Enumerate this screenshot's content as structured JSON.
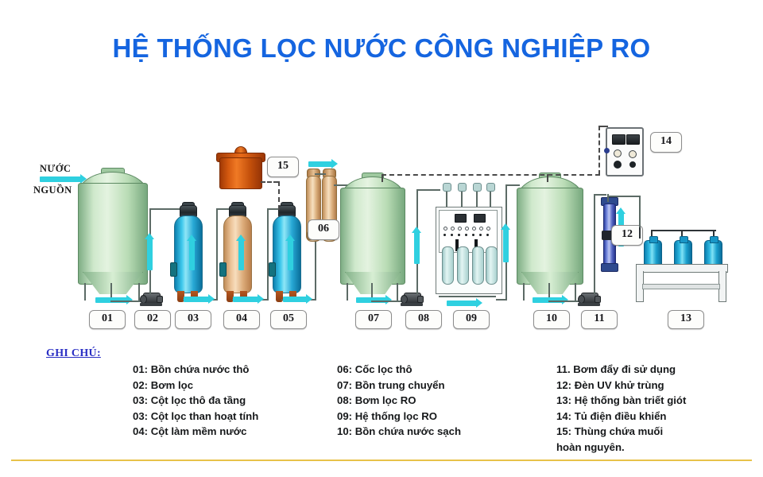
{
  "title": "HỆ THỐNG LỌC NƯỚC CÔNG NGHIỆP RO",
  "title_color": "#1565e0",
  "accent_rule_color": "#e8c24a",
  "arrow_color": "#2fd0e0",
  "diagram": {
    "source_label_line1": "NƯỚC",
    "source_label_line2": "NGUỒN",
    "callouts": [
      {
        "id": "c01",
        "text": "01"
      },
      {
        "id": "c02",
        "text": "02"
      },
      {
        "id": "c03",
        "text": "03"
      },
      {
        "id": "c04",
        "text": "04"
      },
      {
        "id": "c05",
        "text": "05"
      },
      {
        "id": "c06",
        "text": "06"
      },
      {
        "id": "c07",
        "text": "07"
      },
      {
        "id": "c08",
        "text": "08"
      },
      {
        "id": "c09",
        "text": "09"
      },
      {
        "id": "c10",
        "text": "10"
      },
      {
        "id": "c11",
        "text": "11"
      },
      {
        "id": "c12",
        "text": "12"
      },
      {
        "id": "c13",
        "text": "13"
      },
      {
        "id": "c14",
        "text": "14"
      },
      {
        "id": "c15",
        "text": "15"
      }
    ]
  },
  "legend": {
    "heading": "GHI CHÚ:",
    "heading_color": "#2a2fc4",
    "column1": [
      "01: Bồn chứa nước thô",
      "02: Bơm lọc",
      "03: Cột lọc thô đa tầng",
      "03: Cột lọc than hoạt tính",
      "04: Cột làm mềm nước"
    ],
    "column2": [
      "06: Cốc lọc thô",
      "07: Bồn trung chuyển",
      "08: Bơm lọc RO",
      "09: Hệ thống lọc RO",
      "10: Bồn chứa nước sạch"
    ],
    "column3": [
      "11. Bơm đẩy đi sử dụng",
      "12: Đèn UV khử trùng",
      "13: Hệ thống bàn triết giót",
      "14: Tủ điện điều khiển",
      "15: Thùng chứa muối",
      "hoàn nguyên."
    ]
  }
}
